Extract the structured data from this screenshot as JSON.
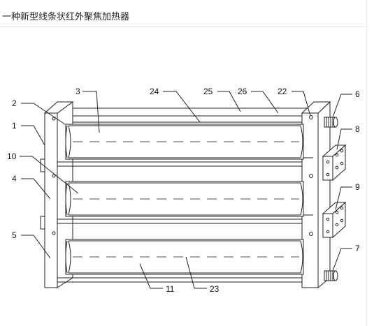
{
  "title": "一种新型线条状红外聚焦加热器",
  "colors": {
    "line": "#222222",
    "dash": "#555555",
    "rule": "#e2e2e2"
  },
  "labels": {
    "n1": "1",
    "n2": "2",
    "n3": "3",
    "n4": "4",
    "n5": "5",
    "n6": "6",
    "n7": "7",
    "n8": "8",
    "n9": "9",
    "n10": "10",
    "n11": "11",
    "n22": "22",
    "n23": "23",
    "n24": "24",
    "n25": "25",
    "n26": "26"
  }
}
